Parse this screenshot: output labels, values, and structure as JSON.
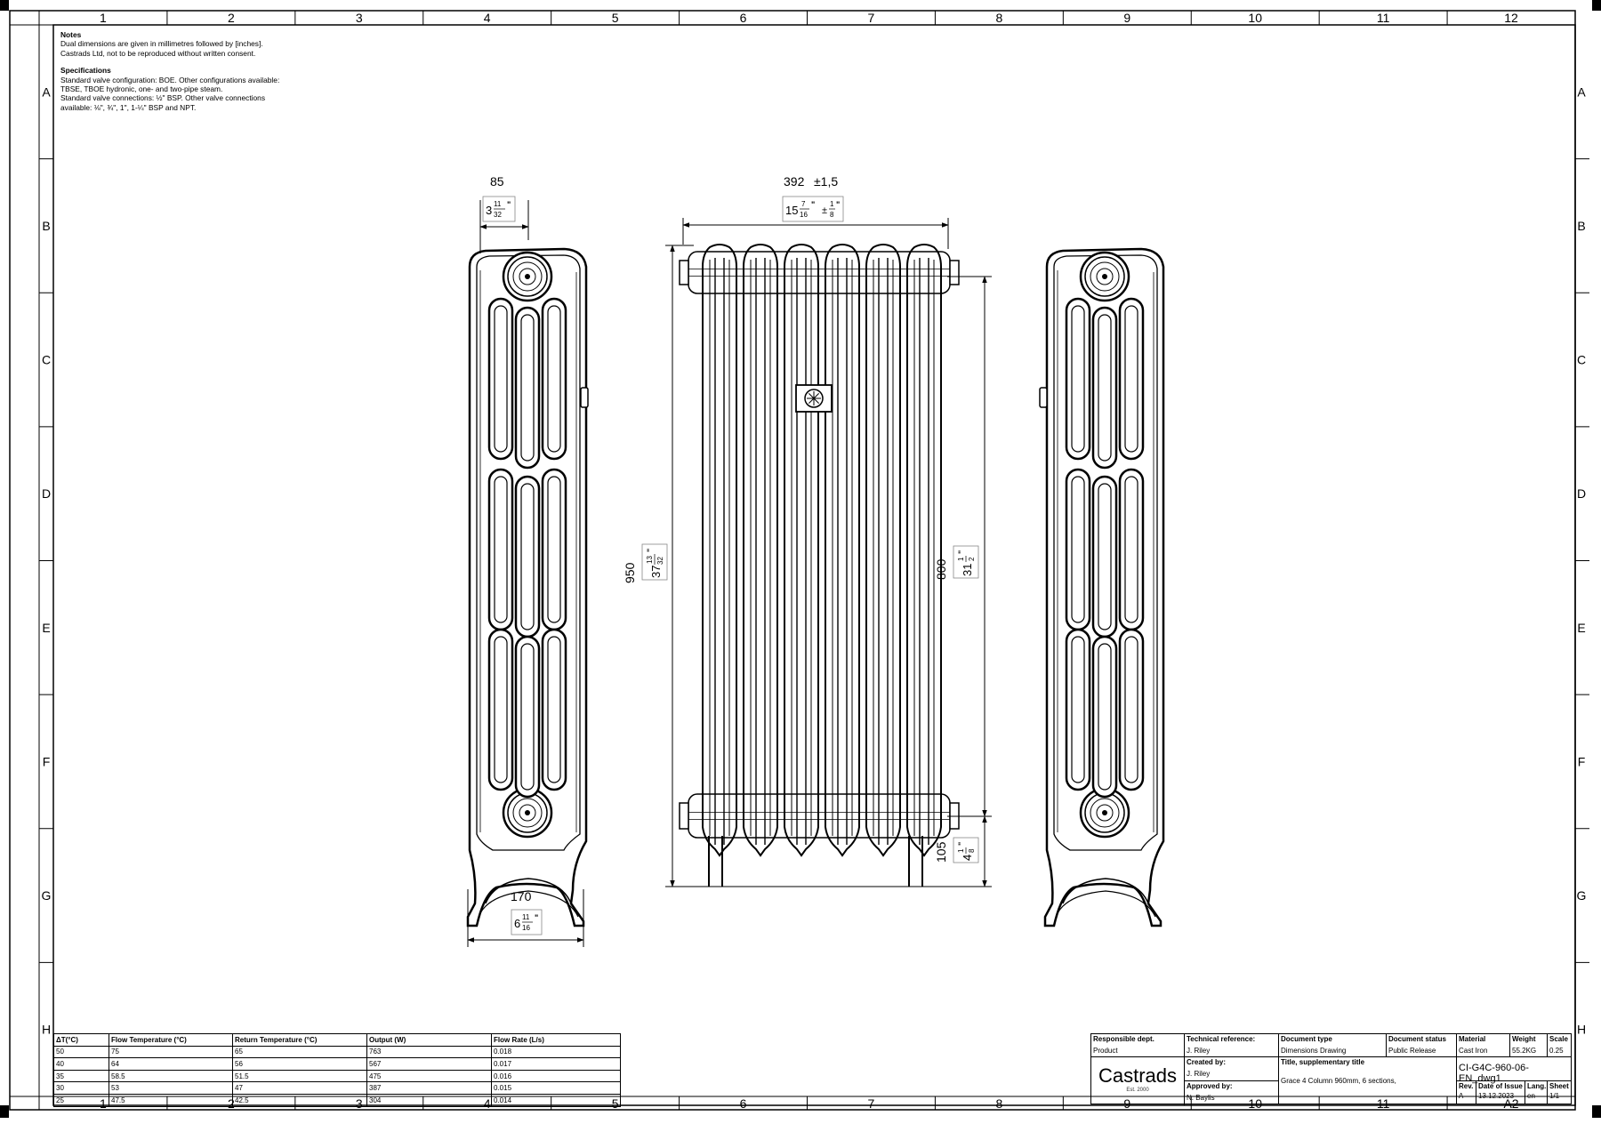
{
  "grid": {
    "columns": [
      "1",
      "2",
      "3",
      "4",
      "5",
      "6",
      "7",
      "8",
      "9",
      "10",
      "11",
      "12"
    ],
    "rows": [
      "A",
      "B",
      "C",
      "D",
      "E",
      "F",
      "G",
      "H"
    ],
    "sheet_size": "A2"
  },
  "notes": {
    "notes_title": "Notes",
    "notes_lines": [
      "Dual dimensions are given in millimetres followed by [inches].",
      "Castrads Ltd, not to be reproduced without written consent."
    ],
    "spec_title": "Specifications",
    "spec_lines": [
      "Standard valve configuration: BOE. Other configurations available:",
      "TBSE, TBOE hydronic, one- and two-pipe steam.",
      "Standard valve connections: ½\" BSP. Other valve connections",
      "available: ⅛\", ¾\", 1\", 1-¼\" BSP and NPT."
    ]
  },
  "dimensions": {
    "depth_mm": "85",
    "depth_in": {
      "whole": "3",
      "num": "11",
      "den": "32"
    },
    "width_mm": "392",
    "width_tol_mm": "±1,5",
    "width_in": {
      "whole": "15",
      "num": "7",
      "den": "16"
    },
    "width_tol_in": {
      "sign": "±",
      "num": "1",
      "den": "8"
    },
    "height_mm": "950",
    "height_in": {
      "whole": "37",
      "num": "13",
      "den": "32"
    },
    "centres_mm": "800",
    "centres_in": {
      "whole": "31",
      "num": "1",
      "den": "2"
    },
    "bottom_mm": "105",
    "bottom_in": {
      "whole": "4",
      "num": "1",
      "den": "8"
    },
    "foot_mm": "170",
    "foot_in": {
      "whole": "6",
      "num": "11",
      "den": "16"
    },
    "inch_mark": "\""
  },
  "flow_table": {
    "headers": [
      "ΔT(°C)",
      "Flow Temperature (°C)",
      "Return Temperature (°C)",
      "Output (W)",
      "Flow Rate (L/s)"
    ],
    "rows": [
      [
        "50",
        "75",
        "65",
        "763",
        "0.018"
      ],
      [
        "40",
        "64",
        "56",
        "567",
        "0.017"
      ],
      [
        "35",
        "58.5",
        "51.5",
        "475",
        "0.016"
      ],
      [
        "30",
        "53",
        "47",
        "387",
        "0.015"
      ],
      [
        "25",
        "47.5",
        "42.5",
        "304",
        "0.014"
      ]
    ]
  },
  "title_block": {
    "responsible_dept_label": "Responsible dept.",
    "responsible_dept": "Product",
    "tech_ref_label": "Technical reference:",
    "tech_ref": "J. Riley",
    "doc_type_label": "Document type",
    "doc_type": "Dimensions Drawing",
    "doc_status_label": "Document status",
    "doc_status": "Public Release",
    "material_label": "Material",
    "material": "Cast Iron",
    "weight_label": "Weight",
    "weight": "55.2KG",
    "scale_label": "Scale",
    "scale": "0.25",
    "created_by_label": "Created by:",
    "created_by": "J. Riley",
    "approved_by_label": "Approved by:",
    "approved_by": "N. Baylis",
    "title_label": "Title, supplementary title",
    "title": "Grace 4 Column 960mm, 6 sections,",
    "drawing_number": "CI-G4C-960-06-EN_dwg1",
    "rev_label": "Rev.",
    "rev": "A",
    "date_label": "Date of Issue",
    "date": "13.12.2023",
    "lang_label": "Lang.",
    "lang": "en",
    "sheet_label": "Sheet",
    "sheet": "1/1",
    "brand_name": "Castrads",
    "brand_est": "Est. 2000"
  }
}
